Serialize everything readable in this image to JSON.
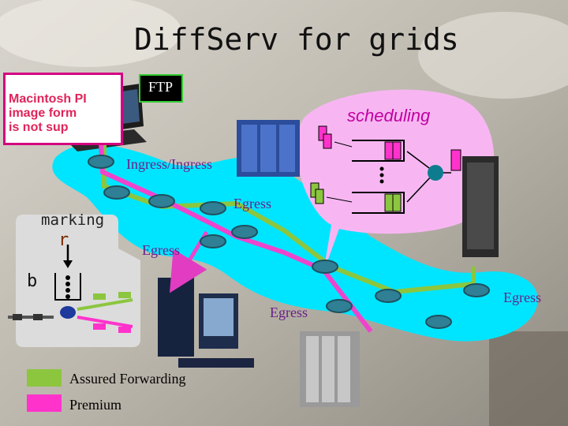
{
  "title": "DiffServ for grids",
  "ftp_label": "FTP",
  "placeholder_lines": [
    "Macintosh PI",
    "image form",
    "is not sup"
  ],
  "scheduling_label": "scheduling",
  "node_labels": {
    "ingress": "Ingress/Ingress",
    "egress_1": "Egress",
    "egress_2": "Egress",
    "egress_3": "Egress",
    "egress_4": "Egress"
  },
  "marking_label": "marking",
  "r_label": "r",
  "b_label": "b",
  "legend": [
    {
      "label": "Assured Forwarding",
      "color": "#8cc63f"
    },
    {
      "label": "Premium",
      "color": "#ff33cc"
    }
  ],
  "colors": {
    "network_blob": "#00e5ff",
    "af_path": "#8cc63f",
    "premium_path": "#ee44cc",
    "marking_panel": "#dcdcdc",
    "scheduling_bubble": "#f7b6f2"
  }
}
